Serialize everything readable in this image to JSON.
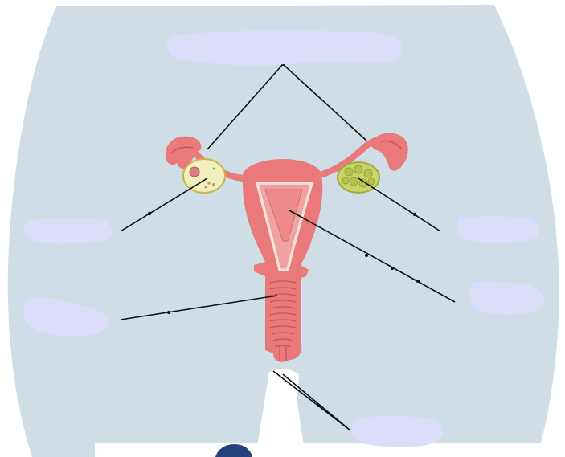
{
  "diagram": {
    "kind": "unlabeled-anatomy-worksheet",
    "colors": {
      "body_fill": "#cfdde6",
      "tissue": "#e9797a",
      "tissue_light": "#f4aeae",
      "tissue_dark": "#c95458",
      "lining": "#f6e2d6",
      "ovary_left_fill": "#f1efc0",
      "ovary_right_fill": "#c8d36a",
      "label_mask": "#dcdcfb",
      "leader_line": "#111111",
      "leg_gap": "#ffffff",
      "peek_blue": "#23437a"
    },
    "label_areas": [
      {
        "id": "top"
      },
      {
        "id": "left-upper"
      },
      {
        "id": "left-lower"
      },
      {
        "id": "right-upper"
      },
      {
        "id": "right-lower"
      },
      {
        "id": "bottom"
      }
    ]
  }
}
